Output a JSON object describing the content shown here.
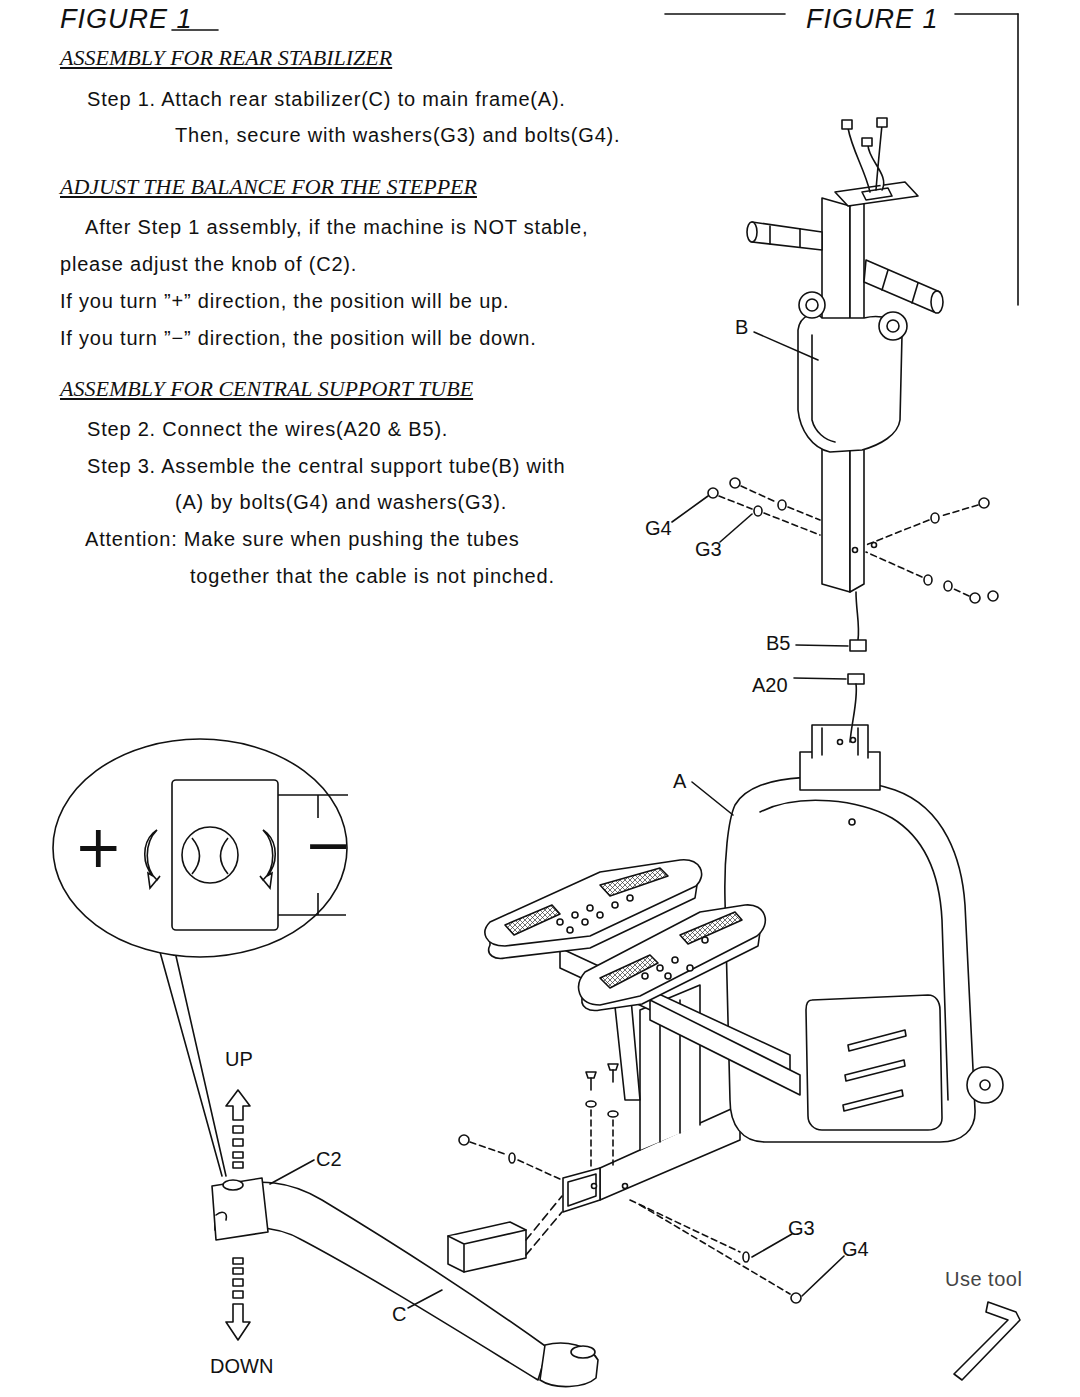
{
  "diagram": {
    "title": "FIGURE 1",
    "nodes": [
      {
        "text": [
          "+",
          "−"
        ]
      }
    ],
    "labels": [
      "ASSEMBLY FOR REAR STABILIZER",
      "Step 1. Attach rear stabilizer(C) to main frame(A).",
      "Then, secure with washers(G3) and bolts(G4).",
      "ADJUST THE BALANCE FOR THE STEPPER",
      "After Step 1 assembly, if the machine is NOT stable,",
      "please adjust the knob of (C2).",
      "If you turn ”+” direction, the position will be up.",
      "If you turn ”−” direction, the position will be down.",
      "ASSEMBLY FOR CENTRAL SUPPORT TUBE",
      "Step 2. Connect the wires(A20 & B5).",
      "Step 3. Assemble the central support tube(B) with",
      "(A) by bolts(G4) and washers(G3).",
      "Attention: Make sure when pushing the tubes",
      "together that the cable is not pinched.",
      "FIGURE 1",
      "B",
      "G4",
      "G3",
      "B5",
      "A20",
      "A",
      "UP",
      "C2",
      "DOWN",
      "C",
      "G3",
      "G4",
      "Use tool"
    ]
  }
}
